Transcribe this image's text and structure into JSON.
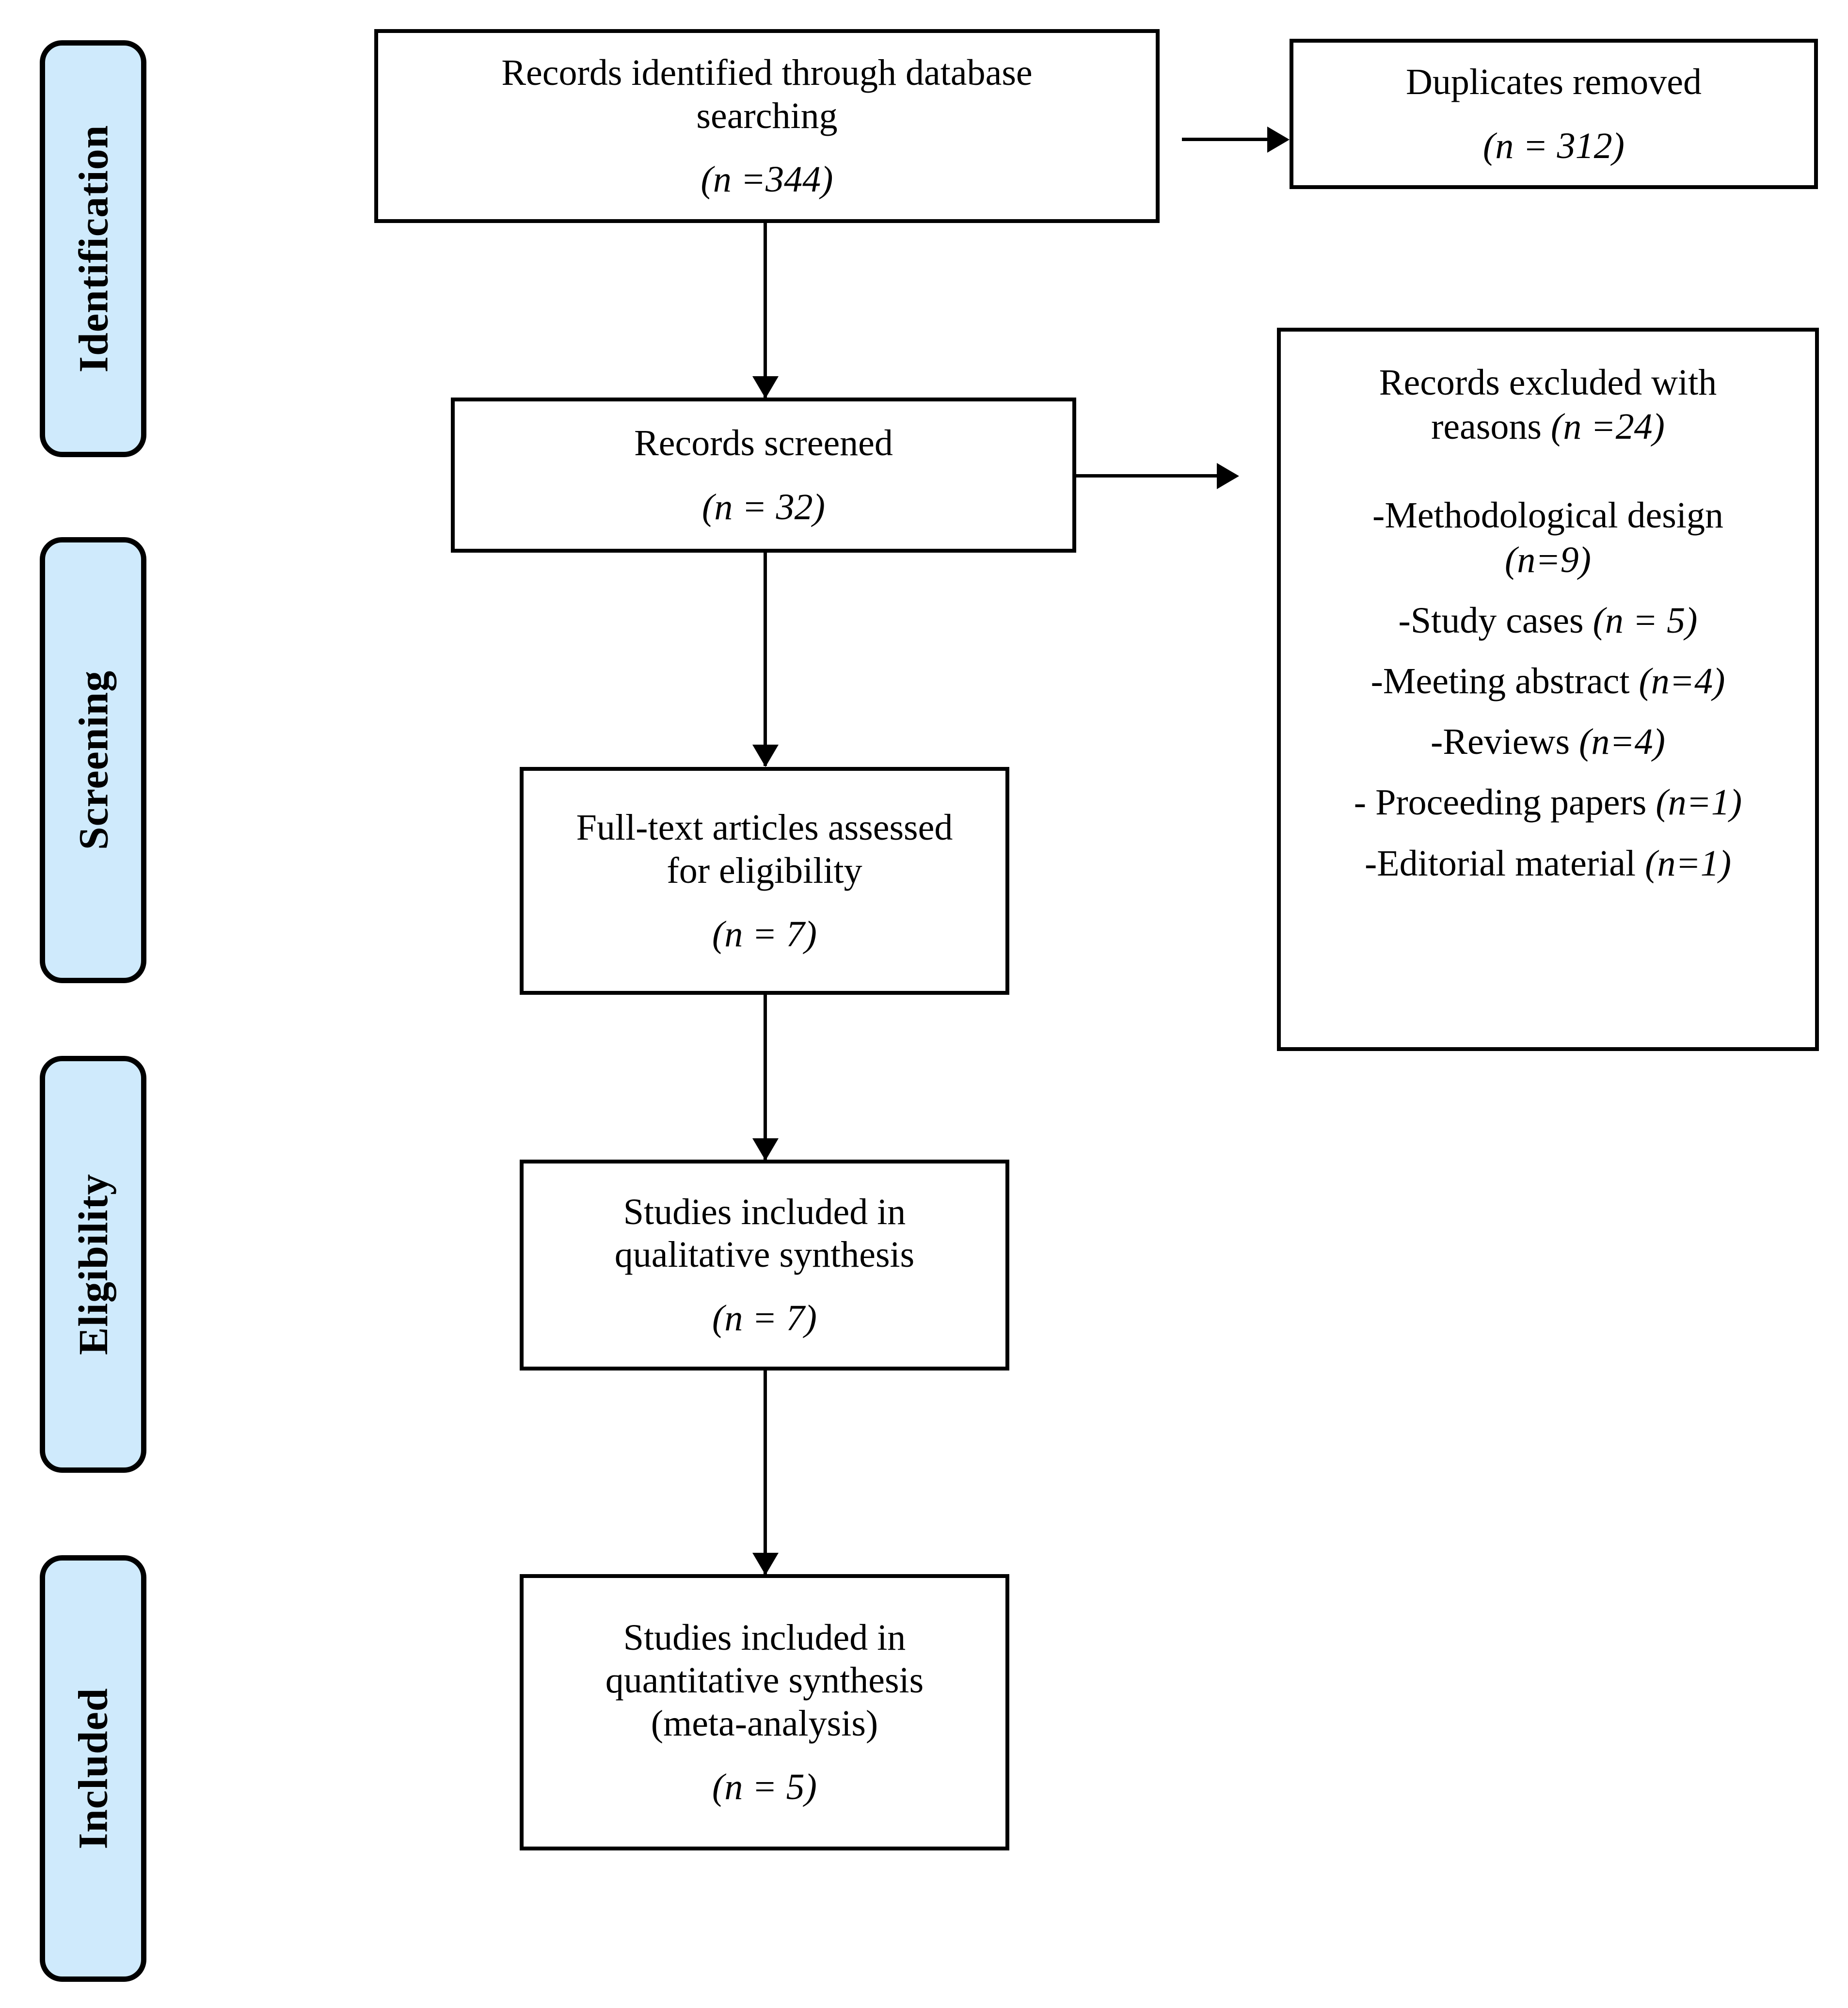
{
  "diagram": {
    "type": "prisma-flow-diagram",
    "title": "PRISMA flow diagram",
    "colors": {
      "stage_tab_fill": "#cfeafc",
      "stroke": "#000000",
      "box_fill": "#ffffff",
      "page_background": "#ffffff"
    }
  },
  "stages": [
    {
      "label": "Identification"
    },
    {
      "label": "Screening"
    },
    {
      "label": "Eligibility"
    },
    {
      "label": "Included"
    }
  ],
  "boxes": {
    "identified": {
      "lines": [
        "Records identified through database",
        "searching"
      ],
      "count": "(n =344)"
    },
    "duplicates": {
      "lines": [
        "Duplicates removed"
      ],
      "count": "(n = 312)"
    },
    "screened": {
      "lines": [
        "Records screened"
      ],
      "count": "(n = 32)"
    },
    "fulltext": {
      "lines": [
        "Full-text articles assessed",
        "for eligibility"
      ],
      "count": "(n = 7)"
    },
    "qualitative": {
      "lines": [
        "Studies included in",
        "qualitative synthesis"
      ],
      "count": "(n = 7)"
    },
    "quantitative": {
      "lines": [
        "Studies included in",
        "quantitative synthesis",
        "(meta-analysis)"
      ],
      "count": "(n = 5)"
    }
  },
  "excluded": {
    "heading_line1": "Records excluded with",
    "heading_line2_text": "reasons ",
    "heading_line2_count": "(n =24)",
    "items": [
      {
        "label": "-Methodological design",
        "count": "(n=9)",
        "count_below": true
      },
      {
        "label": "-Study cases ",
        "count": "(n = 5)",
        "count_below": false
      },
      {
        "label": "-Meeting abstract ",
        "count": "(n=4)",
        "count_below": false
      },
      {
        "label": "-Reviews ",
        "count": "(n=4)",
        "count_below": false
      },
      {
        "label": "- Proceeding papers ",
        "count": "(n=1)",
        "count_below": false
      },
      {
        "label": "-Editorial material ",
        "count": "(n=1)",
        "count_below": false
      }
    ]
  },
  "chart_data": {
    "type": "diagram",
    "title": "PRISMA flow diagram",
    "nodes": [
      {
        "id": "identified",
        "label": "Records identified through database searching",
        "n": 344
      },
      {
        "id": "duplicates",
        "label": "Duplicates removed",
        "n": 312
      },
      {
        "id": "screened",
        "label": "Records screened",
        "n": 32
      },
      {
        "id": "excluded",
        "label": "Records excluded with reasons",
        "n": 24
      },
      {
        "id": "fulltext",
        "label": "Full-text articles assessed for eligibility",
        "n": 7
      },
      {
        "id": "qualitative",
        "label": "Studies included in qualitative synthesis",
        "n": 7
      },
      {
        "id": "quantitative",
        "label": "Studies included in quantitative synthesis (meta-analysis)",
        "n": 5
      }
    ],
    "excluded_reasons": [
      {
        "reason": "Methodological design",
        "n": 9
      },
      {
        "reason": "Study cases",
        "n": 5
      },
      {
        "reason": "Meeting abstract",
        "n": 4
      },
      {
        "reason": "Reviews",
        "n": 4
      },
      {
        "reason": "Proceeding papers",
        "n": 1
      },
      {
        "reason": "Editorial material",
        "n": 1
      }
    ],
    "edges": [
      {
        "from": "identified",
        "to": "duplicates",
        "direction": "right"
      },
      {
        "from": "identified",
        "to": "screened",
        "direction": "down"
      },
      {
        "from": "screened",
        "to": "excluded",
        "direction": "right"
      },
      {
        "from": "screened",
        "to": "fulltext",
        "direction": "down"
      },
      {
        "from": "fulltext",
        "to": "qualitative",
        "direction": "down"
      },
      {
        "from": "qualitative",
        "to": "quantitative",
        "direction": "down"
      }
    ]
  }
}
